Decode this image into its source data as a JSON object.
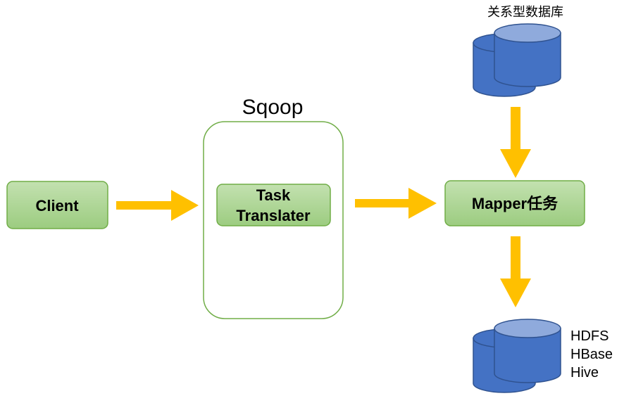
{
  "diagram": {
    "sqoop_label": "Sqoop",
    "client_label": "Client",
    "task_translater_line1": "Task",
    "task_translater_line2": "Translater",
    "mapper_label": "Mapper任务",
    "rdbms_label": "关系型数据库",
    "targets": {
      "hdfs": "HDFS",
      "hbase": "HBase",
      "hive": "Hive"
    }
  },
  "colors": {
    "box_fill_top": "#b9dba4",
    "box_fill_bottom": "#98c97c",
    "box_stroke": "#70ad47",
    "container_stroke": "#70ad47",
    "arrow": "#ffc000",
    "db_fill": "#4472c4",
    "db_top": "#8faadc",
    "db_stroke": "#2f528f"
  }
}
